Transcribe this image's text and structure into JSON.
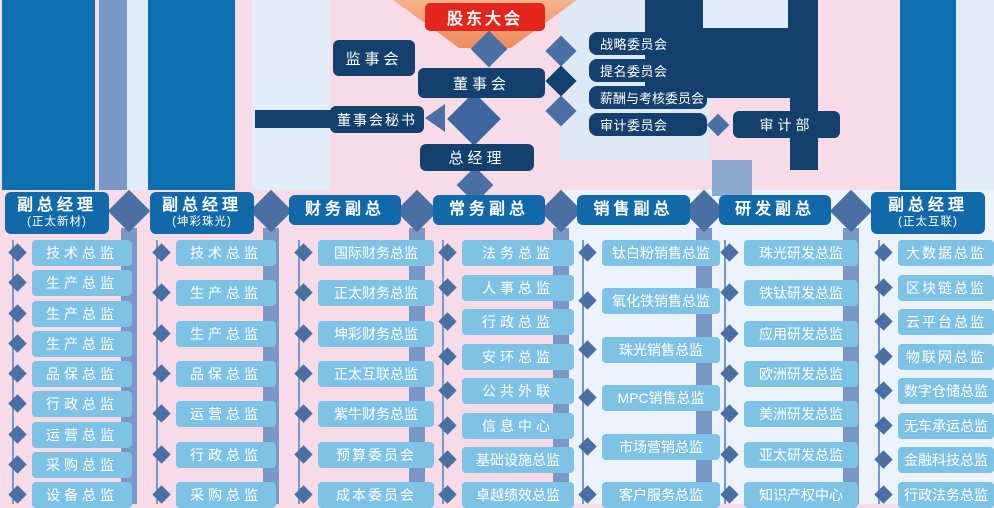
{
  "top": {
    "shareholders": "股东大会",
    "supervisory_board": "监事会",
    "board": "董事会",
    "board_secretary": "董事会秘书",
    "general_manager": "总经理",
    "committees": [
      "战略委员会",
      "提名委员会",
      "薪酬与考核委员会",
      "审计委员会"
    ],
    "audit_dept": "审计部"
  },
  "columns": [
    {
      "title": "副总经理",
      "subtitle": "(正太新材)",
      "items": [
        "技术总监",
        "生产总监",
        "生产总监",
        "生产总监",
        "品保总监",
        "行政总监",
        "运营总监",
        "采购总监",
        "设备总监"
      ]
    },
    {
      "title": "副总经理",
      "subtitle": "(坤彩珠光)",
      "items": [
        "技术总监",
        "生产总监",
        "生产总监",
        "品保总监",
        "运营总监",
        "行政总监",
        "采购总监"
      ]
    },
    {
      "title": "财务副总",
      "subtitle": "",
      "items": [
        "国际财务总监",
        "正太财务总监",
        "坤彩财务总监",
        "正太互联总监",
        "紫牛财务总监",
        "预算委员会",
        "成本委员会"
      ]
    },
    {
      "title": "常务副总",
      "subtitle": "",
      "items": [
        "法务总监",
        "人事总监",
        "行政总监",
        "安环总监",
        "公共外联",
        "信息中心",
        "基础设施总监",
        "卓越绩效总监"
      ]
    },
    {
      "title": "销售副总",
      "subtitle": "",
      "items": [
        "钛白粉销售总监",
        "氧化铁销售总监",
        "珠光销售总监",
        "MPC销售总监",
        "市场营销总监",
        "客户服务总监"
      ]
    },
    {
      "title": "研发副总",
      "subtitle": "",
      "items": [
        "珠光研发总监",
        "铁钛研发总监",
        "应用研发总监",
        "欧洲研发总监",
        "美洲研发总监",
        "亚太研发总监",
        "知识产权中心"
      ]
    },
    {
      "title": "副总经理",
      "subtitle": "(正太互联)",
      "items": [
        "大数据总监",
        "区块链总监",
        "云平台总监",
        "物联网总监",
        "数字仓储总监",
        "无车承运总监",
        "金融科技总监",
        "行政法务总监"
      ]
    }
  ],
  "colors": {
    "accent_red": "#E3261B",
    "accent_orange": "#EF8A5D",
    "navy": "#14406E",
    "header_blue": "#1169A9",
    "bar_blue": "#0E6FAE",
    "item_blue": "#7EC3E6",
    "connector_steel": "#4A6FA3",
    "background_pink": "#F7DBE6",
    "background_pale_blue": "#E3EDF7"
  }
}
